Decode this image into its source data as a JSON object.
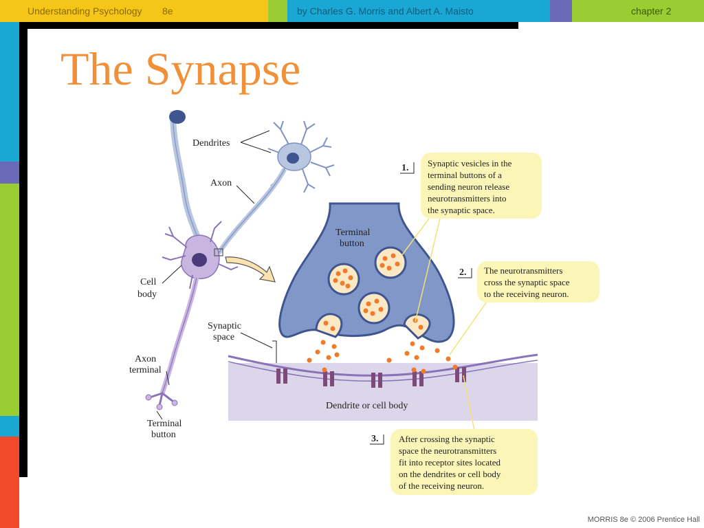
{
  "header": {
    "book_title": "Understanding Psychology",
    "edition": "8e",
    "authors": "by Charles G. Morris and Albert A. Maisto",
    "chapter": "chapter 2"
  },
  "slide": {
    "title": "The Synapse"
  },
  "diagram": {
    "neuron_labels": {
      "dendrites": "Dendrites",
      "axon": "Axon",
      "cell": "Cell",
      "body": "body",
      "synaptic": "Synaptic",
      "space": "space",
      "axon_terminal_1": "Axon",
      "axon_terminal_2": "terminal",
      "terminal_button_1": "Terminal",
      "terminal_button_2": "button"
    },
    "synapse_labels": {
      "terminal_1": "Terminal",
      "terminal_2": "button",
      "dendrite_or_cell_body": "Dendrite or cell body"
    },
    "steps": [
      {
        "number": "1.",
        "lines": [
          "Synaptic vesicles in the",
          "terminal buttons of a",
          "sending neuron release",
          "neurotransmitters into",
          "the synaptic space."
        ]
      },
      {
        "number": "2.",
        "lines": [
          "The neurotransmitters",
          "cross the synaptic space",
          "to the receiving neuron."
        ]
      },
      {
        "number": "3.",
        "lines": [
          "After crossing the synaptic",
          "space the neurotransmitters",
          "fit into receptor sites located",
          "on the dendrites or cell body",
          "of the receiving neuron."
        ]
      }
    ],
    "colors": {
      "neuron": "#b8c6e0",
      "terminal": "#7e93c4",
      "vesicle": "#f07c2a",
      "receptor": "#7d4a7a",
      "membrane": "#d8d2e6",
      "callout": "#fbf6b8"
    }
  },
  "footer": {
    "credit": "MORRIS 8e © 2006 Prentice Hall"
  }
}
